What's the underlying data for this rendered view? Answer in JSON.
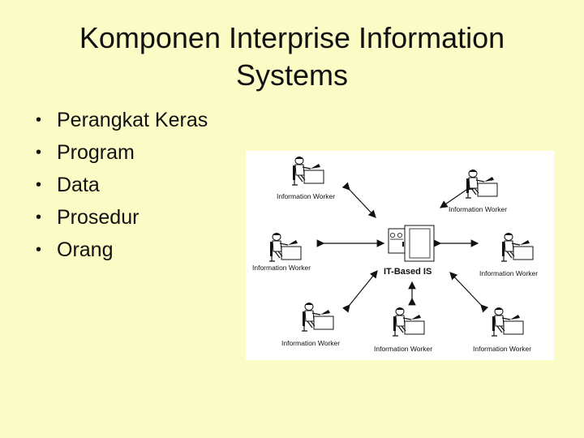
{
  "slide": {
    "title_line1": "Komponen Interprise Information",
    "title_line2": "Systems",
    "bullets": [
      {
        "label": "Perangkat Keras"
      },
      {
        "label": "Program"
      },
      {
        "label": "Data"
      },
      {
        "label": "Prosedur"
      },
      {
        "label": "Orang"
      }
    ]
  },
  "diagram": {
    "center_label": "IT-Based IS",
    "workers": [
      {
        "label": "Information Worker"
      },
      {
        "label": "Information Worker"
      },
      {
        "label": "Information Worker"
      },
      {
        "label": "Information Worker"
      },
      {
        "label": "Information Worker"
      },
      {
        "label": "Information Worker"
      },
      {
        "label": "Information Worker"
      }
    ]
  }
}
